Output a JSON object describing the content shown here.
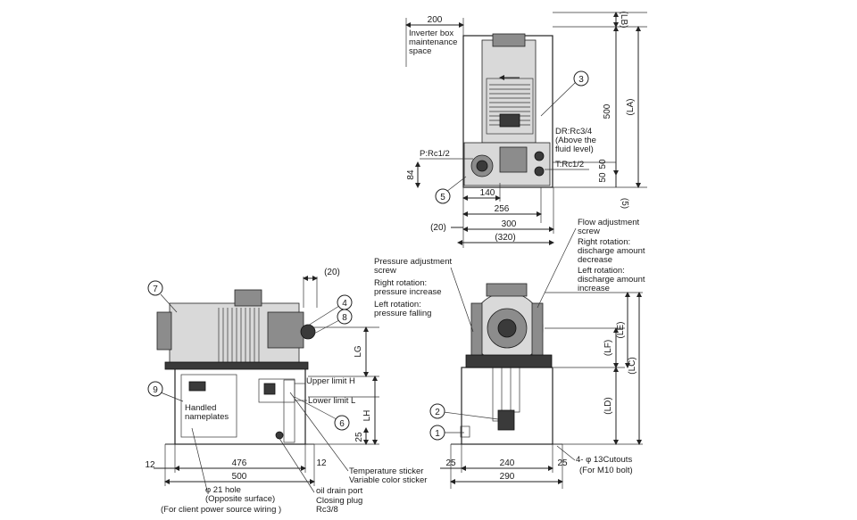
{
  "top_view": {
    "dims": {
      "w200": "200",
      "lb": "(LB)",
      "h500": "500",
      "la": "(LA)",
      "d50a": "50",
      "d50b": "50",
      "d5": "(5)",
      "d84": "84",
      "w140": "140",
      "w256": "256",
      "w20": "(20)",
      "w300": "300",
      "w320": "(320)"
    },
    "notes": {
      "inverter": [
        "Inverter box",
        "maintenance",
        "space"
      ],
      "p_port": "P:Rc1/2",
      "dr_port": [
        "DR:Rc3/4",
        "(Above the",
        "fluid level)"
      ],
      "t_port": "T:Rc1/2"
    },
    "callouts": [
      "3",
      "5"
    ]
  },
  "side_view": {
    "dims": {
      "w20": "(20)",
      "lg": "LG",
      "lh": "LH",
      "h25": "25",
      "w12a": "12",
      "w476": "476",
      "w12b": "12",
      "w500": "500"
    },
    "notes": {
      "upper": "Upper limit H",
      "lower": "Lower limit L",
      "nameplates": [
        "Handled",
        "nameplates"
      ],
      "temp_sticker": "Temperature sticker",
      "color_sticker": "Variable color sticker",
      "hole": [
        "φ 21 hole",
        "(Opposite surface)",
        "(For client power source wiring )"
      ],
      "drain": [
        "oil drain port",
        "Closing plug",
        "Rc3/8"
      ]
    },
    "callouts": [
      "7",
      "4",
      "8",
      "9",
      "6"
    ]
  },
  "front_view": {
    "dims": {
      "lf": "(LF)",
      "le": "(LE)",
      "lc": "(LC)",
      "ld": "(LD)",
      "w25a": "25",
      "w240": "240",
      "w25b": "25",
      "w290": "290"
    },
    "notes": {
      "pressure": [
        "Pressure adjustment",
        "screw",
        "Right rotation:",
        "pressure increase",
        "Left rotation:",
        "pressure falling"
      ],
      "flow": [
        "Flow adjustment",
        "screw",
        "Right rotation:",
        "discharge amount",
        "decrease",
        "Left rotation:",
        "discharge amount",
        "increase"
      ],
      "cutouts": [
        "4- φ 13Cutouts",
        "(For M10 bolt)"
      ]
    },
    "callouts": [
      "2",
      "1"
    ]
  }
}
